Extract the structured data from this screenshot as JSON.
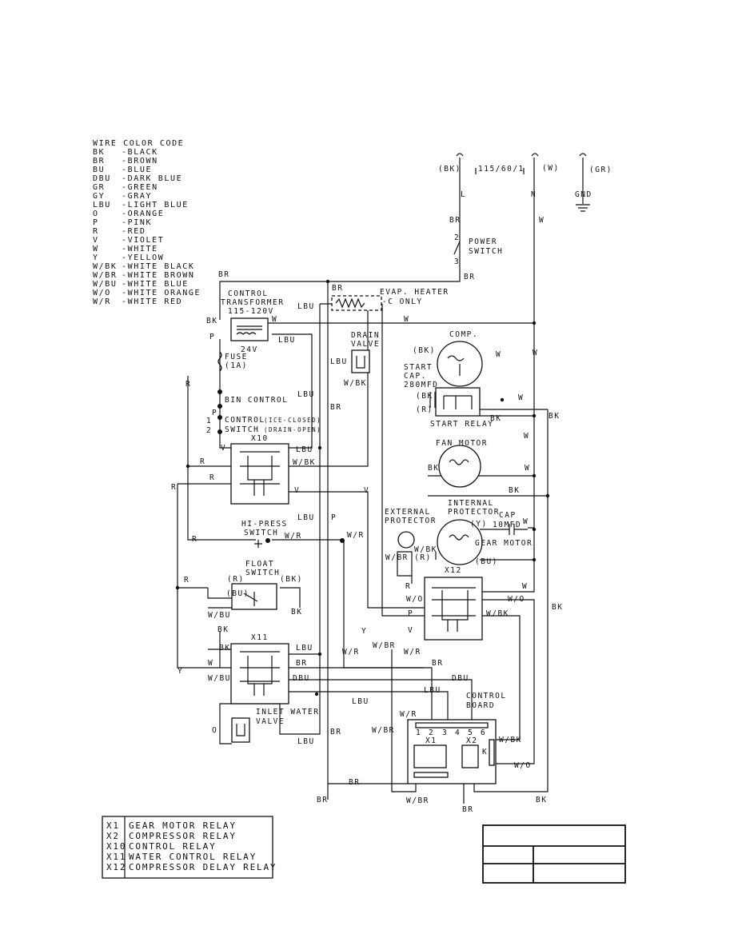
{
  "wire_color_code": {
    "title": "WIRE COLOR CODE",
    "entries": [
      {
        "code": "BK",
        "name": "-BLACK"
      },
      {
        "code": "BR",
        "name": "-BROWN"
      },
      {
        "code": "BU",
        "name": "-BLUE"
      },
      {
        "code": "DBU",
        "name": "-DARK BLUE"
      },
      {
        "code": "GR",
        "name": "-GREEN"
      },
      {
        "code": "GY",
        "name": "-GRAY"
      },
      {
        "code": "LBU",
        "name": "-LIGHT BLUE"
      },
      {
        "code": "O",
        "name": "-ORANGE"
      },
      {
        "code": "P",
        "name": "-PINK"
      },
      {
        "code": "R",
        "name": "-RED"
      },
      {
        "code": "V",
        "name": "-VIOLET"
      },
      {
        "code": "W",
        "name": "-WHITE"
      },
      {
        "code": "Y",
        "name": "-YELLOW"
      },
      {
        "code": "W/BK",
        "name": "-WHITE BLACK"
      },
      {
        "code": "W/BR",
        "name": "-WHITE BROWN"
      },
      {
        "code": "W/BU",
        "name": "-WHITE BLUE"
      },
      {
        "code": "W/O",
        "name": "-WHITE ORANGE"
      },
      {
        "code": "W/R",
        "name": "-WHITE RED"
      }
    ]
  },
  "power": {
    "bk": "(BK)",
    "supply": "115/60/1",
    "w": "(W)",
    "gr": "(GR)",
    "l": "L",
    "n": "N",
    "gnd": "GND",
    "switch_line1": "POWER",
    "switch_line2": "SWITCH",
    "pin2": "2",
    "pin3": "3"
  },
  "components": {
    "transformer_line1": "CONTROL",
    "transformer_line2": "TRANSFORMER",
    "transformer_line3": "115-120V",
    "transformer_24v": "24V",
    "fuse_line1": "FUSE",
    "fuse_line2": "(1A)",
    "bin_control": "BIN CONTROL",
    "ctrl_switch_line1": "CONTROL",
    "ctrl_switch_line1_note": "(ICE-CLOSED)",
    "ctrl_switch_line2": "SWITCH",
    "ctrl_switch_line2_note": "(DRAIN-OPEN)",
    "ctrl_switch_pin1": "1",
    "ctrl_switch_pin2": "2",
    "ctrl_switch_pin_p": "P",
    "x10": "X10",
    "x11": "X11",
    "x12": "X12",
    "hipress_line1": "HI-PRESS",
    "hipress_line2": "SWITCH",
    "float_line1": "FLOAT",
    "float_line2": "SWITCH",
    "inlet_line1": "INLET WATER",
    "inlet_line2": "VALVE",
    "evap_heater_line1": "EVAP. HEATER",
    "evap_heater_line2": "-C ONLY",
    "drain_line1": "DRAIN",
    "drain_line2": "VALVE",
    "comp": "COMP.",
    "start_cap_line1": "START",
    "start_cap_line2": "CAP.",
    "start_cap_line3": "280MFD",
    "start_relay": "START RELAY",
    "fan_motor": "FAN MOTOR",
    "ext_prot_line1": "EXTERNAL",
    "ext_prot_line2": "PROTECTOR",
    "int_prot_line1": "INTERNAL",
    "int_prot_line2": "PROTECTOR",
    "cap_line1": "CAP",
    "cap_line2": "10MFD",
    "gear_motor": "GEAR MOTOR",
    "control_board_line1": "CONTROL",
    "control_board_line2": "BOARD",
    "board_pins": [
      "1",
      "2",
      "3",
      "4",
      "5",
      "6"
    ],
    "x1": "X1",
    "x2": "X2",
    "k": "K"
  },
  "wire_labels": {
    "bk": "BK",
    "br": "BR",
    "bu": "BU",
    "dbu": "DBU",
    "lbu": "LBU",
    "o": "O",
    "p": "P",
    "r": "R",
    "v": "V",
    "w": "W",
    "y": "Y",
    "wbr": "W/BR",
    "wbu": "W/BU",
    "wo": "W/O",
    "wr": "W/R",
    "wbk": "W/BK",
    "bk_paren": "(BK)",
    "r_paren": "(R)",
    "bu_paren": "(BU)",
    "y_paren": "(Y)",
    "dbu_paren": "(DBU)",
    "wbr_r": "W/BR (R)"
  },
  "relay_legend": [
    {
      "code": "X1",
      "name": "GEAR MOTOR RELAY"
    },
    {
      "code": "X2",
      "name": "COMPRESSOR RELAY"
    },
    {
      "code": "X10",
      "name": "CONTROL RELAY"
    },
    {
      "code": "X11",
      "name": "WATER CONTROL RELAY"
    },
    {
      "code": "X12",
      "name": "COMPRESSOR DELAY RELAY"
    }
  ]
}
